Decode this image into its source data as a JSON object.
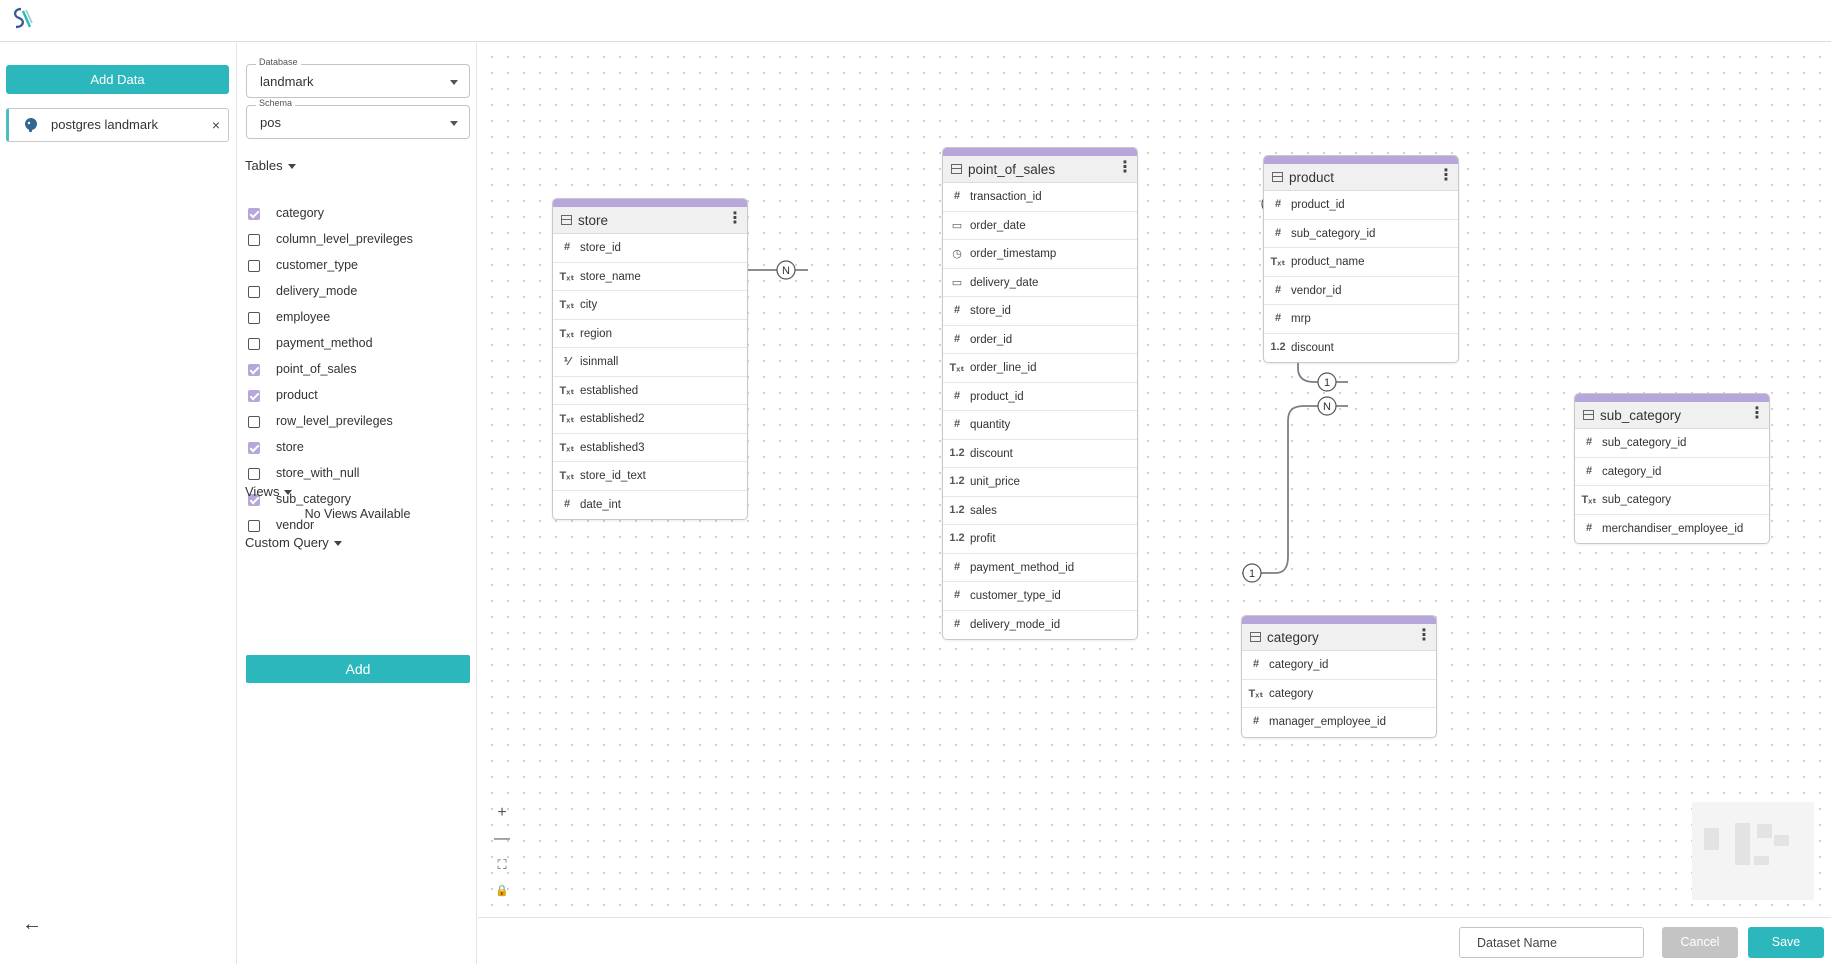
{
  "sidebar": {
    "add_data_label": "Add Data",
    "connection_label": "postgres landmark",
    "close_glyph": "×",
    "back_glyph": "←"
  },
  "selectors": {
    "database": {
      "label": "Database",
      "value": "landmark"
    },
    "schema": {
      "label": "Schema",
      "value": "pos"
    }
  },
  "tables_section": {
    "title": "Tables",
    "items": [
      {
        "name": "category",
        "checked": true
      },
      {
        "name": "column_level_previleges",
        "checked": false
      },
      {
        "name": "customer_type",
        "checked": false
      },
      {
        "name": "delivery_mode",
        "checked": false
      },
      {
        "name": "employee",
        "checked": false
      },
      {
        "name": "payment_method",
        "checked": false
      },
      {
        "name": "point_of_sales",
        "checked": true
      },
      {
        "name": "product",
        "checked": true
      },
      {
        "name": "row_level_previleges",
        "checked": false
      },
      {
        "name": "store",
        "checked": true
      },
      {
        "name": "store_with_null",
        "checked": false
      },
      {
        "name": "sub_category",
        "checked": true
      },
      {
        "name": "vendor",
        "checked": false
      }
    ]
  },
  "views_section": {
    "title": "Views",
    "empty_text": "No Views Available"
  },
  "custom_query": {
    "title": "Custom Query",
    "add_label": "Add"
  },
  "canvas": {
    "header_color": "#b7a6d9",
    "nodes": [
      {
        "id": "store",
        "title": "store",
        "fields": [
          {
            "type": "#",
            "name": "store_id"
          },
          {
            "type": "Txt",
            "name": "store_name"
          },
          {
            "type": "Txt",
            "name": "city"
          },
          {
            "type": "Txt",
            "name": "region"
          },
          {
            "type": "bool",
            "name": "isinmall"
          },
          {
            "type": "Txt",
            "name": "established"
          },
          {
            "type": "Txt",
            "name": "established2"
          },
          {
            "type": "Txt",
            "name": "established3"
          },
          {
            "type": "Txt",
            "name": "store_id_text"
          },
          {
            "type": "#",
            "name": "date_int"
          }
        ]
      },
      {
        "id": "point_of_sales",
        "title": "point_of_sales",
        "fields": [
          {
            "type": "#",
            "name": "transaction_id"
          },
          {
            "type": "date",
            "name": "order_date"
          },
          {
            "type": "time",
            "name": "order_timestamp"
          },
          {
            "type": "date",
            "name": "delivery_date"
          },
          {
            "type": "#",
            "name": "store_id"
          },
          {
            "type": "#",
            "name": "order_id"
          },
          {
            "type": "Txt",
            "name": "order_line_id"
          },
          {
            "type": "#",
            "name": "product_id"
          },
          {
            "type": "#",
            "name": "quantity"
          },
          {
            "type": "1.2",
            "name": "discount"
          },
          {
            "type": "1.2",
            "name": "unit_price"
          },
          {
            "type": "1.2",
            "name": "sales"
          },
          {
            "type": "1.2",
            "name": "profit"
          },
          {
            "type": "#",
            "name": "payment_method_id"
          },
          {
            "type": "#",
            "name": "customer_type_id"
          },
          {
            "type": "#",
            "name": "delivery_mode_id"
          }
        ]
      },
      {
        "id": "product",
        "title": "product",
        "fields": [
          {
            "type": "#",
            "name": "product_id"
          },
          {
            "type": "#",
            "name": "sub_category_id"
          },
          {
            "type": "Txt",
            "name": "product_name"
          },
          {
            "type": "#",
            "name": "vendor_id"
          },
          {
            "type": "#",
            "name": "mrp"
          },
          {
            "type": "1.2",
            "name": "discount"
          }
        ]
      },
      {
        "id": "sub_category",
        "title": "sub_category",
        "fields": [
          {
            "type": "#",
            "name": "sub_category_id"
          },
          {
            "type": "#",
            "name": "category_id"
          },
          {
            "type": "Txt",
            "name": "sub_category"
          },
          {
            "type": "#",
            "name": "merchandiser_employee_id"
          }
        ]
      },
      {
        "id": "category",
        "title": "category",
        "fields": [
          {
            "type": "#",
            "name": "category_id"
          },
          {
            "type": "Txt",
            "name": "category"
          },
          {
            "type": "#",
            "name": "manager_employee_id"
          }
        ]
      }
    ],
    "relations": [
      {
        "from_label": "1",
        "to_label": "N"
      },
      {
        "from_label": "1",
        "to_label": "N"
      },
      {
        "from_label": "N",
        "to_label": "1"
      },
      {
        "from_label": "1",
        "to_label": "N"
      }
    ]
  },
  "zoom_controls": {
    "zoom_in": "+",
    "zoom_out": "—",
    "fit": "⛶",
    "lock": "🔒"
  },
  "footer": {
    "dataset_placeholder": "Dataset Name",
    "cancel_label": "Cancel",
    "save_label": "Save"
  }
}
